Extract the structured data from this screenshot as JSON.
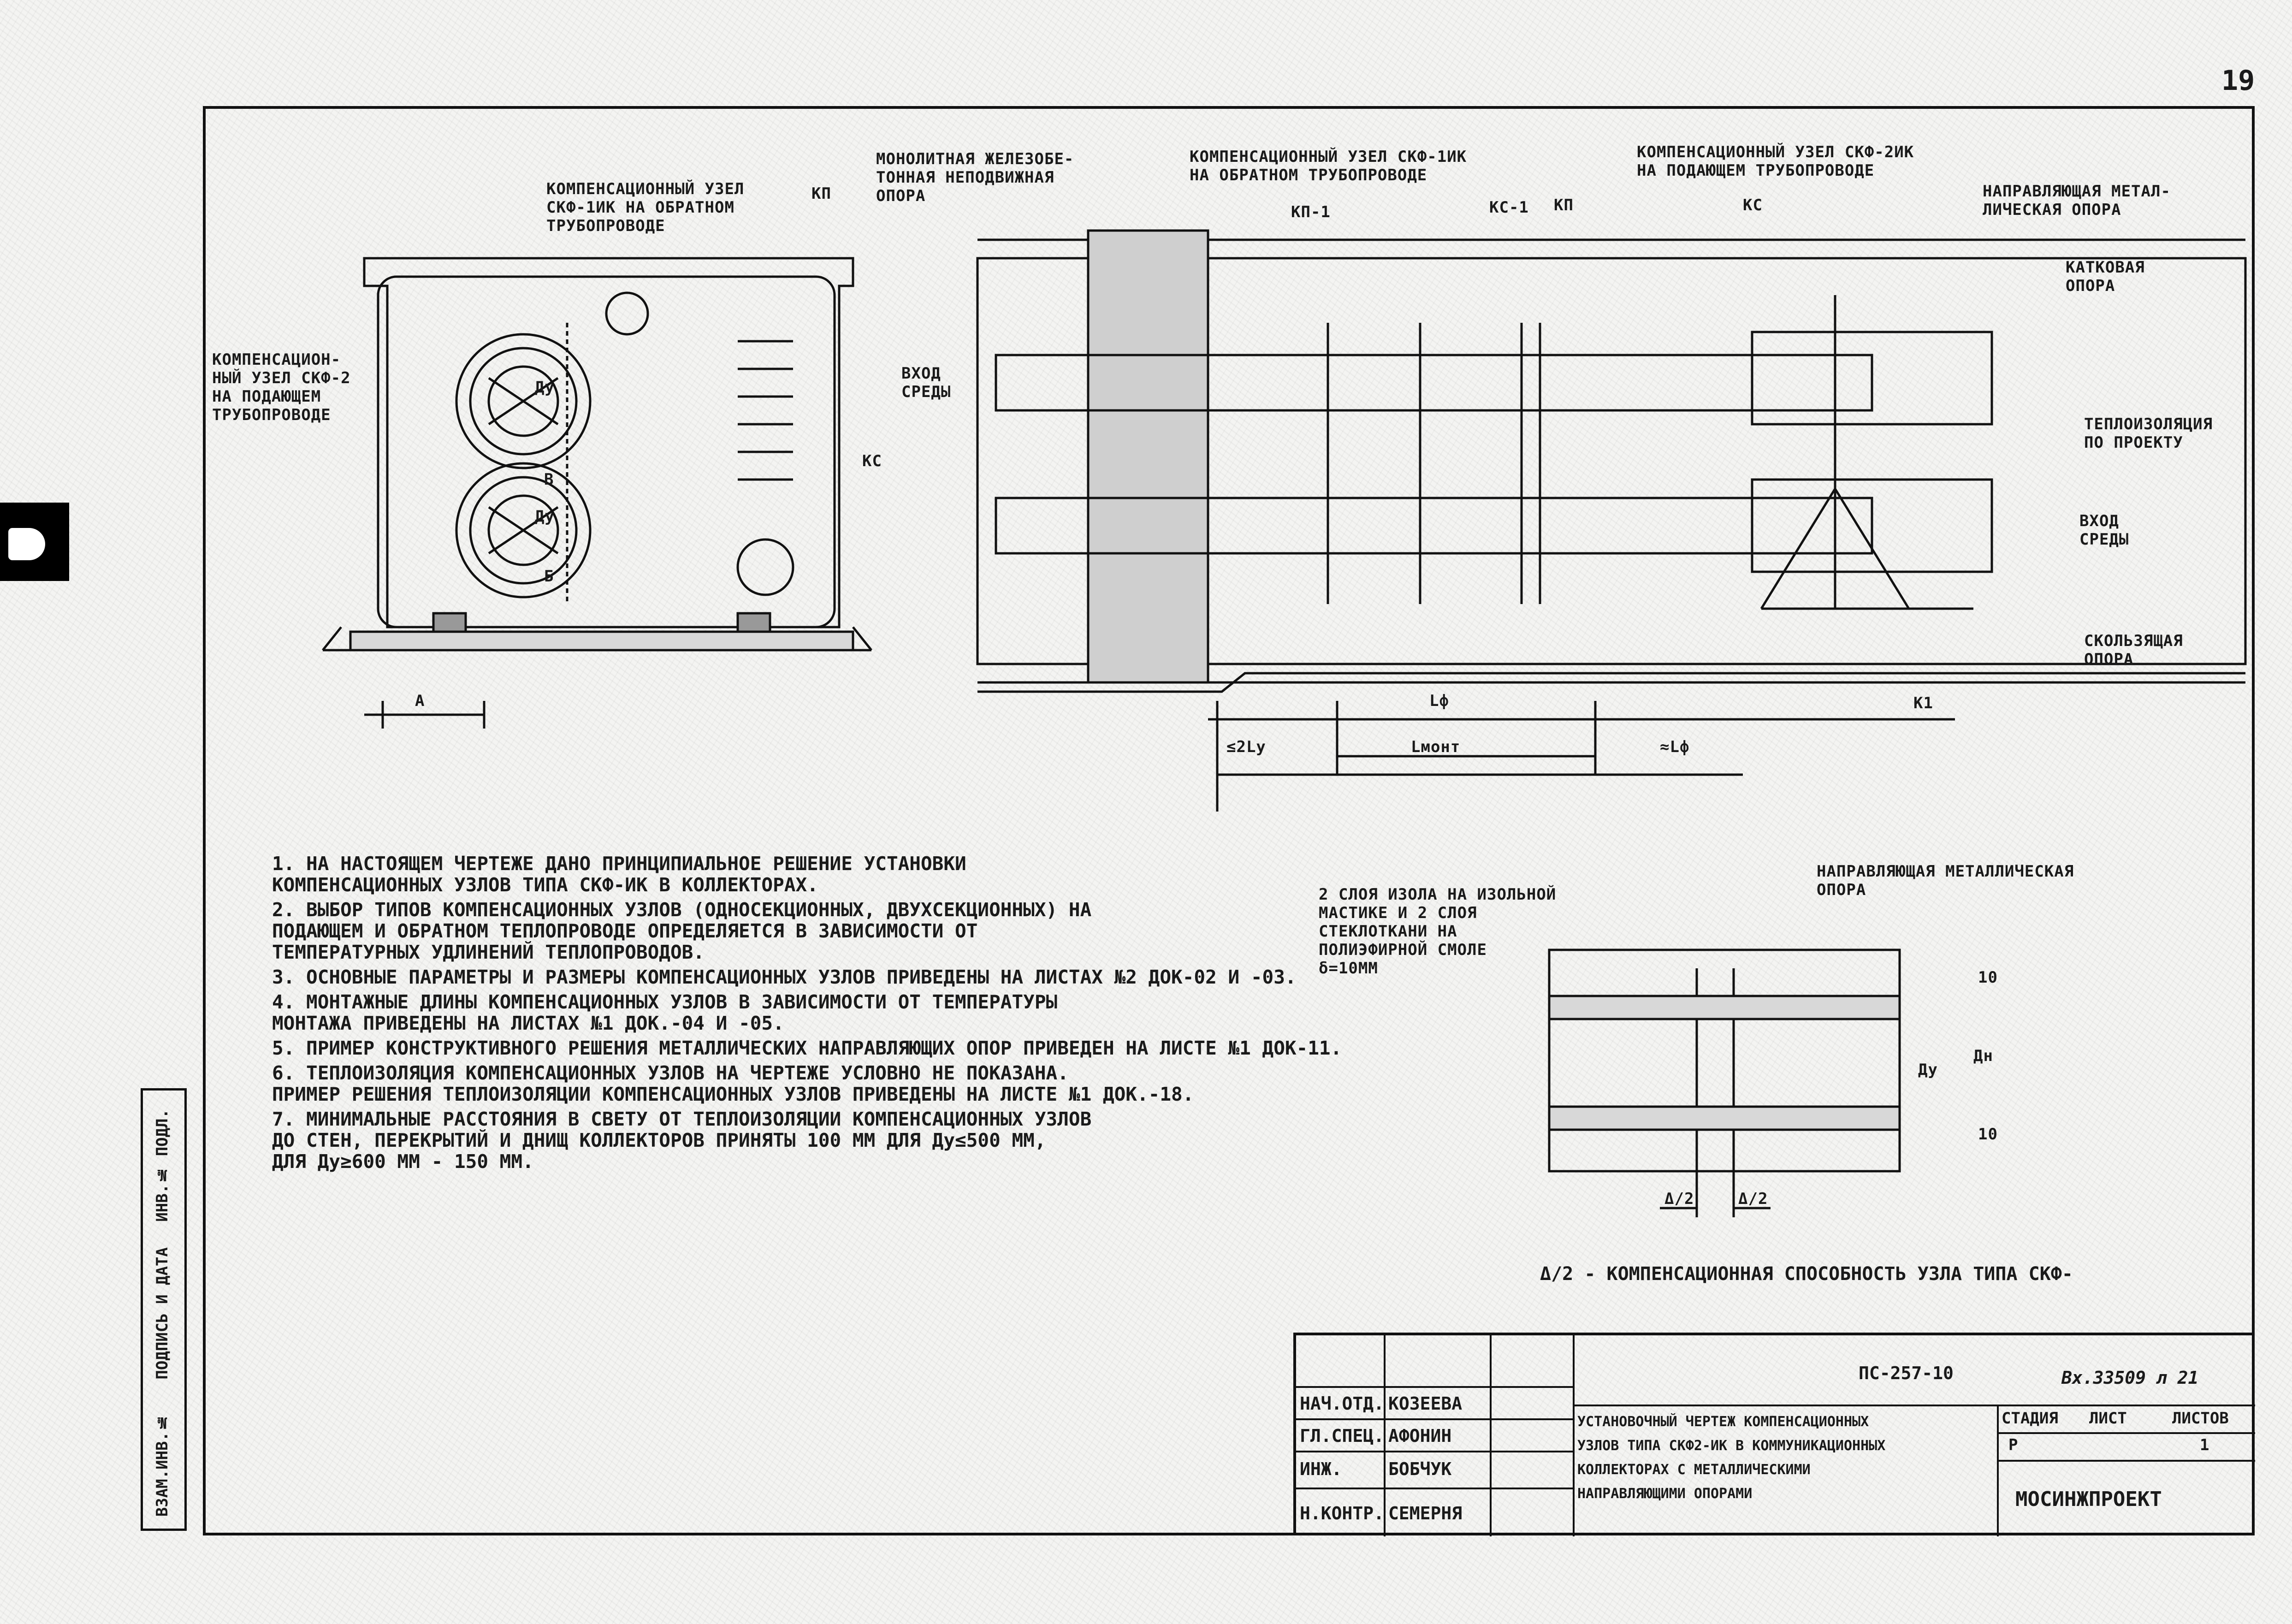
{
  "page_number": "19",
  "sections": {
    "cross_section": {
      "kn_label": "КП",
      "kc_label": "КС",
      "dim_b": "В",
      "dim_b_small": "Б",
      "dim_a": "А",
      "dy1": "Ду",
      "dy2": "Ду",
      "return_node_label": "КОМПЕНСАЦИОННЫЙ УЗЕЛ\nСКФ-1ИК НА ОБРАТНОМ\nТРУБОПРОВОДЕ",
      "supply_node_label": "КОМПЕНСАЦИОН-\nНЫЙ УЗЕЛ СКФ-2\nНА ПОДАЮЩЕМ\nТРУБОПРОВОДЕ"
    },
    "longitudinal": {
      "fixed_support": "МОНОЛИТНАЯ ЖЕЛЕЗОБЕ-\nТОННАЯ НЕПОДВИЖНАЯ\nОПОРА",
      "return_node": "КОМПЕНСАЦИОННЫЙ УЗЕЛ СКФ-1ИК\nНА ОБРАТНОМ ТРУБОПРОВОДЕ",
      "supply_node": "КОМПЕНСАЦИОННЫЙ УЗЕЛ СКФ-2ИК\nНА ПОДАЮЩЕМ ТРУБОПРОВОДЕ",
      "guide_support": "НАПРАВЛЯЮЩАЯ МЕТАЛ-\nЛИЧЕСКАЯ ОПОРА",
      "roller_support": "КАТКОВАЯ\nОПОРА",
      "insulation": "ТЕПЛОИЗОЛЯЦИЯ\nПО ПРОЕКТУ",
      "medium_in_left": "ВХОД\nСРЕДЫ",
      "medium_in_right": "ВХОД\nСРЕДЫ",
      "sliding_support": "СКОЛЬЗЯЩАЯ\nОПОРА",
      "kp1": "КП-1",
      "kc1": "КС-1",
      "kp": "КП",
      "kc": "КС",
      "k1": "К1",
      "dim_lf": "Lф",
      "dim_min": "≤2Ly",
      "dim_mont": "Lмонт",
      "dim_lf2": "≈Lф"
    },
    "detail": {
      "guide_title": "НАПРАВЛЯЮЩАЯ МЕТАЛЛИЧЕСКАЯ\nОПОРА",
      "layers": "2 СЛОЯ ИЗОЛА НА ИЗОЛЬНОЙ\nМАСТИКЕ И 2 СЛОЯ\nСТЕКЛОТКАНИ НА\nПОЛИЭФИРНОЙ СМОЛЕ\nδ=10ММ",
      "dy": "Ду",
      "dn": "Дн",
      "d2a": "Δ/2",
      "d2b": "Δ/2",
      "ten1": "10",
      "ten2": "10"
    }
  },
  "notes": [
    "1. НА НАСТОЯЩЕМ ЧЕРТЕЖЕ ДАНО ПРИНЦИПИАЛЬНОЕ РЕШЕНИЕ УСТАНОВКИ\n   КОМПЕНСАЦИОННЫХ УЗЛОВ ТИПА СКФ-ИК В КОЛЛЕКТОРАХ.",
    "2. ВЫБОР ТИПОВ КОМПЕНСАЦИОННЫХ УЗЛОВ (ОДНОСЕКЦИОННЫХ, ДВУХСЕКЦИОННЫХ) НА\n   ПОДАЮЩЕМ И ОБРАТНОМ ТЕПЛОПРОВОДЕ ОПРЕДЕЛЯЕТСЯ В ЗАВИСИМОСТИ ОТ\n   ТЕМПЕРАТУРНЫХ УДЛИНЕНИЙ ТЕПЛОПРОВОДОВ.",
    "3. ОСНОВНЫЕ ПАРАМЕТРЫ И РАЗМЕРЫ КОМПЕНСАЦИОННЫХ УЗЛОВ ПРИВЕДЕНЫ НА ЛИСТАХ №2 ДОК-02 И -03.",
    "4. МОНТАЖНЫЕ ДЛИНЫ КОМПЕНСАЦИОННЫХ УЗЛОВ В ЗАВИСИМОСТИ ОТ ТЕМПЕРАТУРЫ\n   МОНТАЖА ПРИВЕДЕНЫ НА ЛИСТАХ №1 ДОК.-04 И -05.",
    "5. ПРИМЕР КОНСТРУКТИВНОГО РЕШЕНИЯ МЕТАЛЛИЧЕСКИХ НАПРАВЛЯЮЩИХ ОПОР ПРИВЕДЕН НА ЛИСТЕ №1 ДОК-11.",
    "6. ТЕПЛОИЗОЛЯЦИЯ КОМПЕНСАЦИОННЫХ УЗЛОВ НА ЧЕРТЕЖЕ УСЛОВНО НЕ ПОКАЗАНА.\n   ПРИМЕР РЕШЕНИЯ ТЕПЛОИЗОЛЯЦИИ КОМПЕНСАЦИОННЫХ УЗЛОВ ПРИВЕДЕНЫ НА ЛИСТЕ №1 ДОК.-18.",
    "7. МИНИМАЛЬНЫЕ РАССТОЯНИЯ В СВЕТУ ОТ ТЕПЛОИЗОЛЯЦИИ КОМПЕНСАЦИОННЫХ УЗЛОВ\n   ДО СТЕН, ПЕРЕКРЫТИЙ И ДНИЩ КОЛЛЕКТОРОВ ПРИНЯТЫ 100 ММ ДЛЯ Ду≤500 ММ,\n   ДЛЯ Ду≥600 ММ - 150 ММ."
  ],
  "legend": "Δ/2 - КОМПЕНСАЦИОННАЯ СПОСОБНОСТЬ УЗЛА ТИПА СКФ-",
  "side_strip": [
    "ИНВ.№ ПОДЛ.",
    "ПОДПИСЬ И ДАТА",
    "ВЗАМ.ИНВ.№"
  ],
  "title_block": {
    "doc_code": "ПС-257-10",
    "inv": "Вх.33509 л 21",
    "rows": [
      {
        "role": "НАЧ.ОТД.",
        "name": "КОЗЕЕВА"
      },
      {
        "role": "ГЛ.СПЕЦ.",
        "name": "АФОНИН"
      },
      {
        "role": "ИНЖ.",
        "name": "БОБЧУК"
      },
      {
        "role": "Н.КОНТР.",
        "name": "СЕМЕРНЯ"
      }
    ],
    "title": "УСТАНОВОЧНЫЙ ЧЕРТЕЖ КОМПЕНСАЦИОННЫХ\nУЗЛОВ ТИПА СКФ2-ИК В КОММУНИКАЦИОННЫХ\nКОЛЛЕКТОРАХ С МЕТАЛЛИЧЕСКИМИ\nНАПРАВЛЯЮЩИМИ ОПОРАМИ",
    "stage_h": "СТАДИЯ",
    "sheet_h": "ЛИСТ",
    "sheets_h": "ЛИСТОВ",
    "stage": "Р",
    "sheets": "1",
    "org": "МОСИНЖПРОЕКТ"
  }
}
